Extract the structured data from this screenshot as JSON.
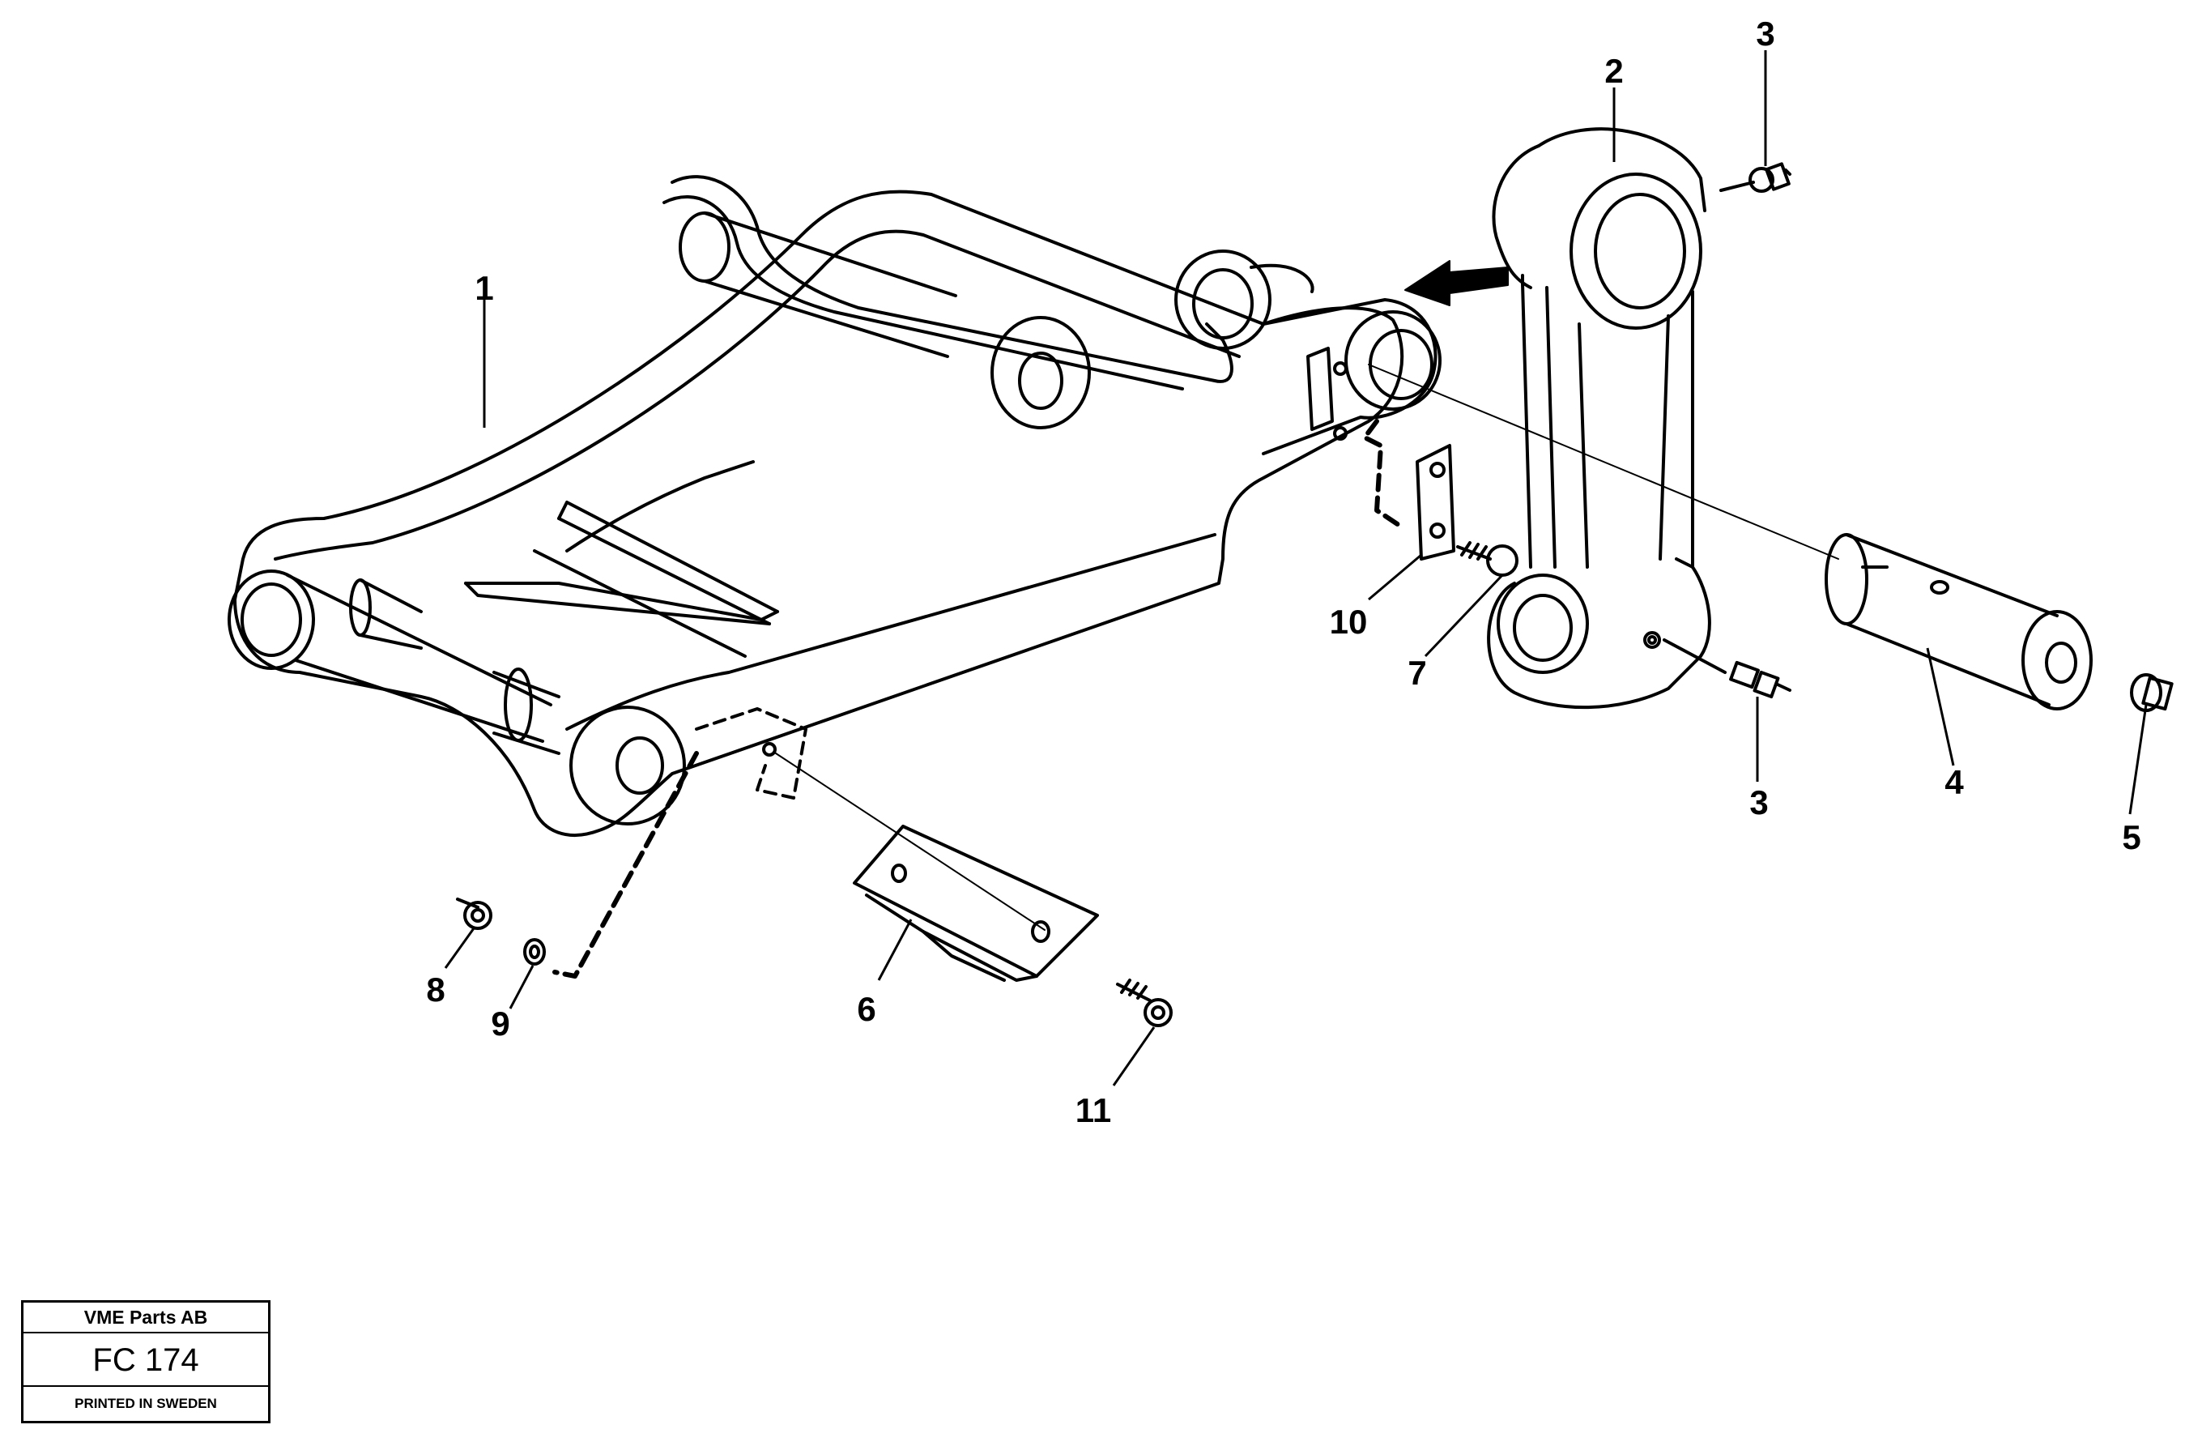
{
  "diagram": {
    "callouts": [
      {
        "id": "c1",
        "label": "1"
      },
      {
        "id": "c2",
        "label": "2"
      },
      {
        "id": "c3a",
        "label": "3"
      },
      {
        "id": "c3b",
        "label": "3"
      },
      {
        "id": "c4",
        "label": "4"
      },
      {
        "id": "c5",
        "label": "5"
      },
      {
        "id": "c6",
        "label": "6"
      },
      {
        "id": "c7",
        "label": "7"
      },
      {
        "id": "c8",
        "label": "8"
      },
      {
        "id": "c9",
        "label": "9"
      },
      {
        "id": "c10",
        "label": "10"
      },
      {
        "id": "c11",
        "label": "11"
      }
    ]
  },
  "title_block": {
    "company": "VME Parts AB",
    "code": "FC 174",
    "printed": "PRINTED IN SWEDEN"
  }
}
